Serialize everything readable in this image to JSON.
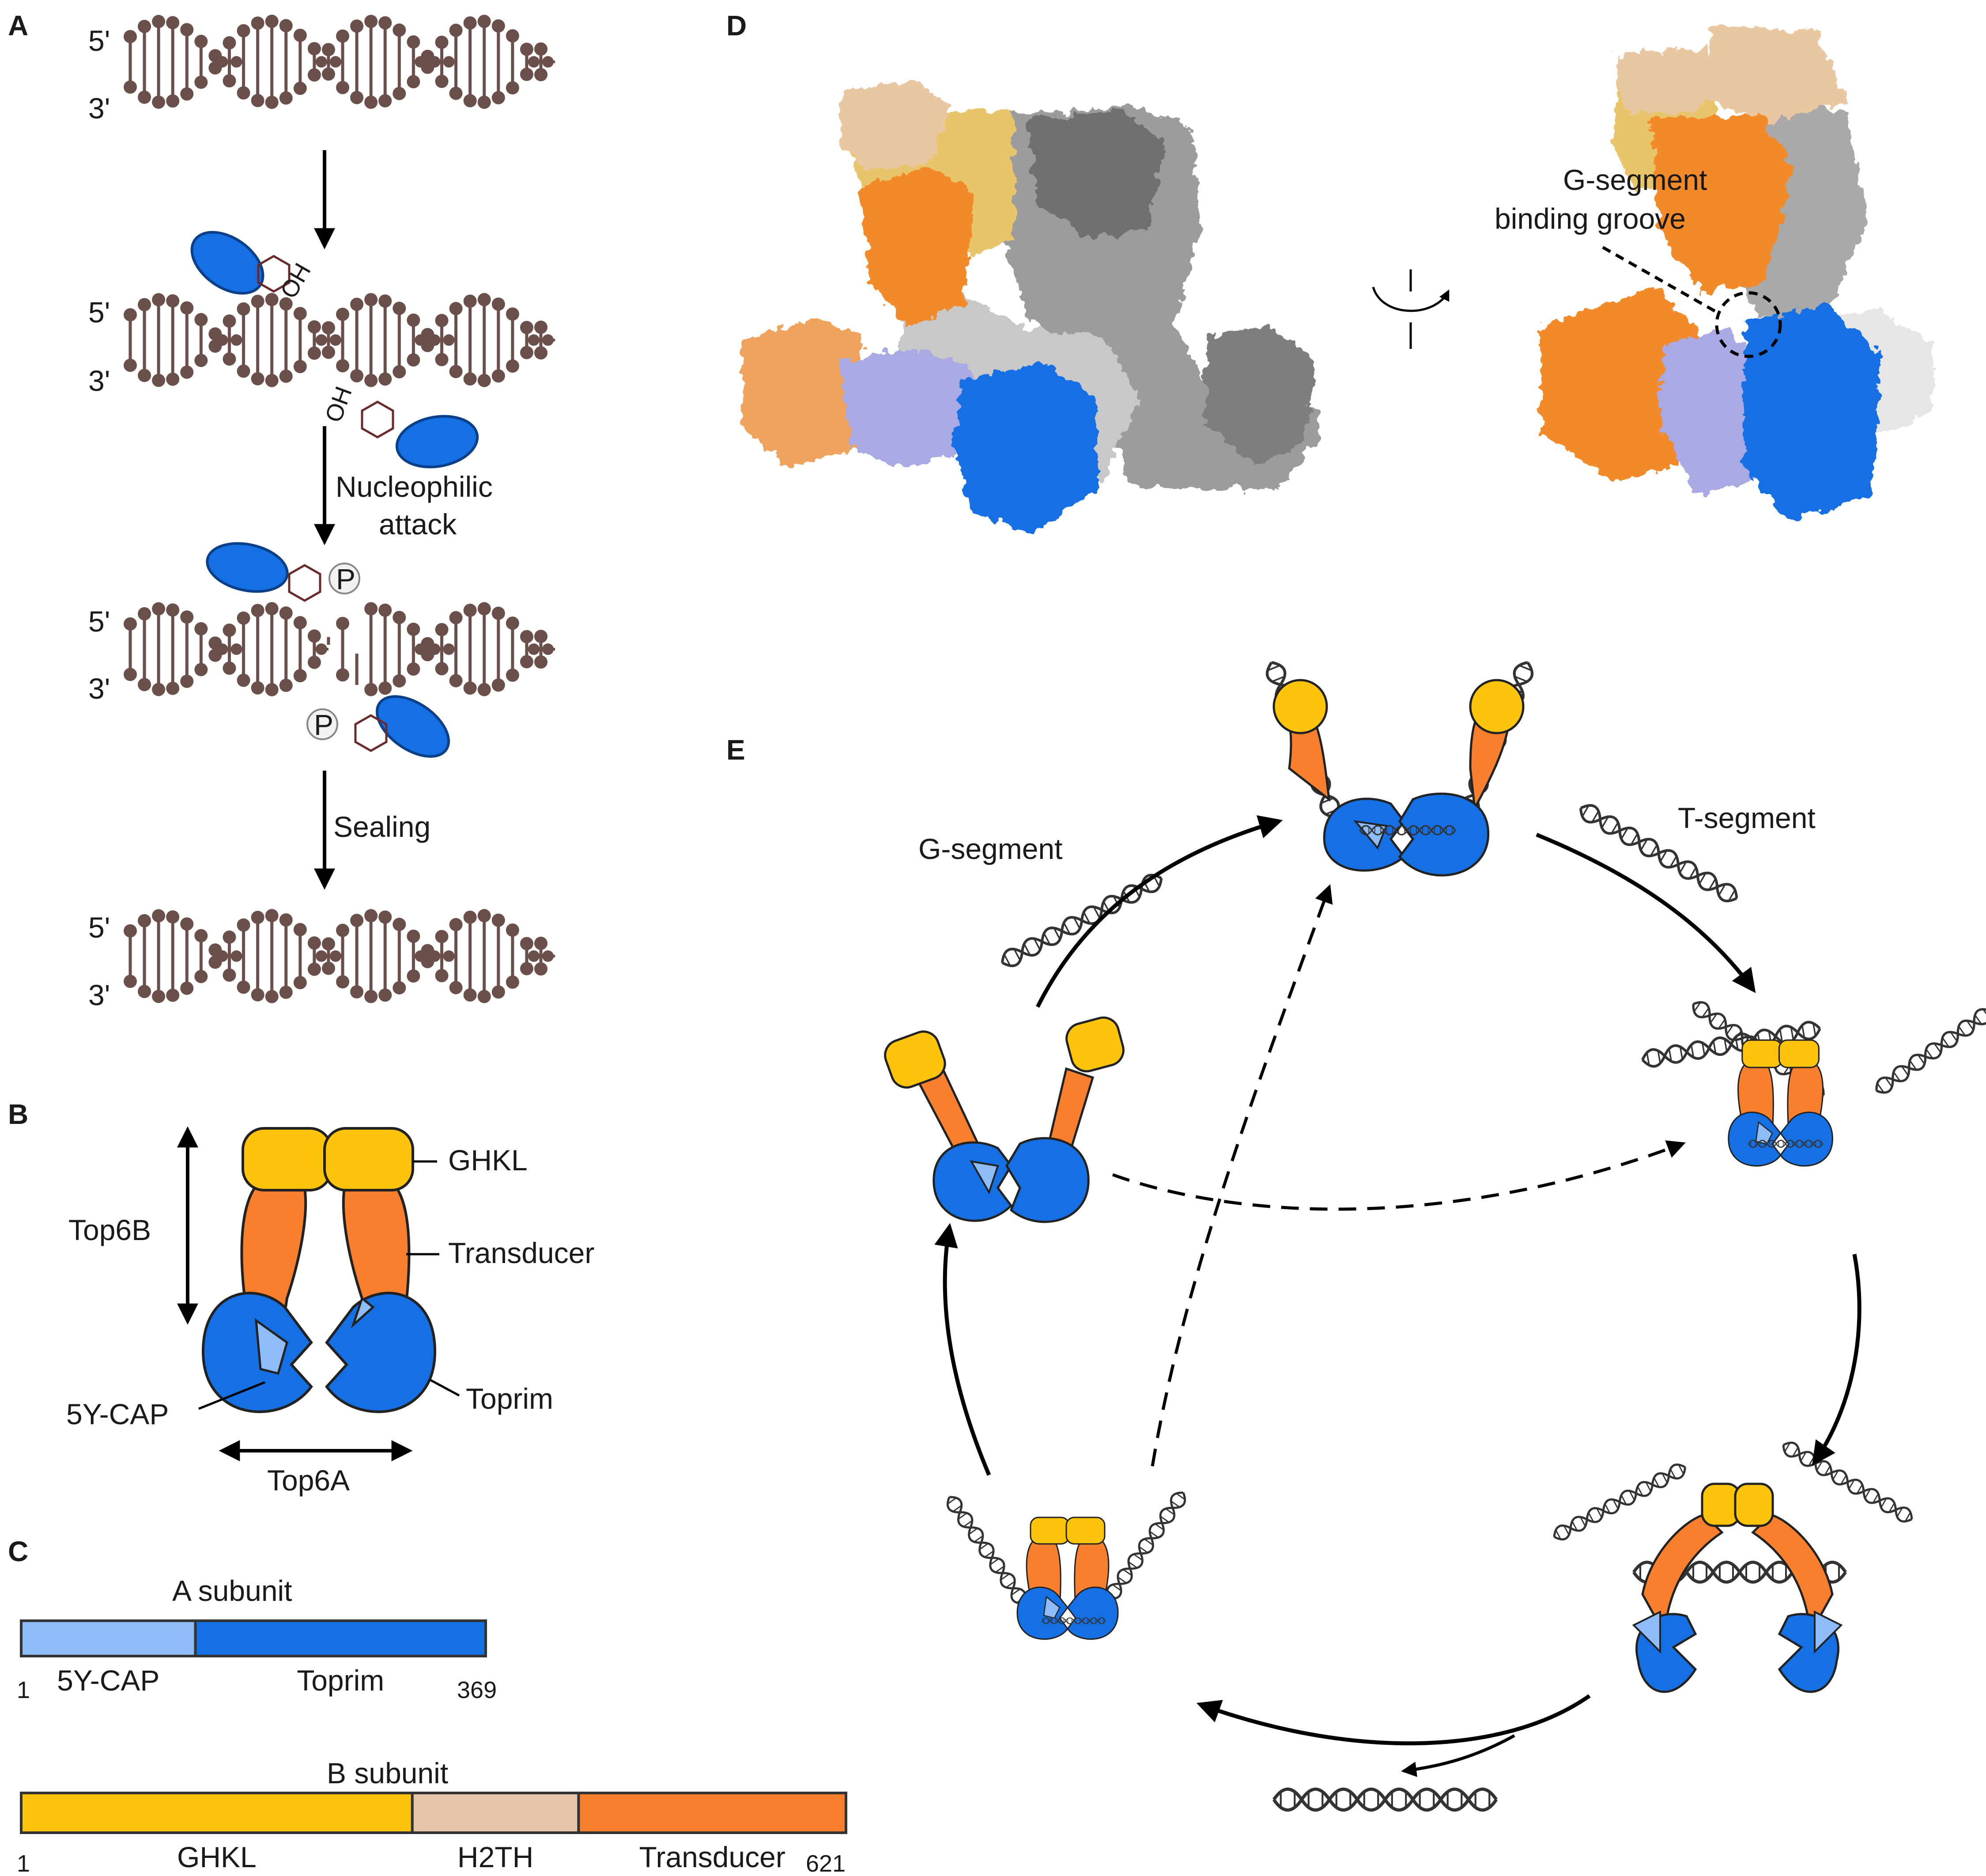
{
  "panels": {
    "a": {
      "label": "A",
      "strand_5": "5'",
      "strand_3": "3'",
      "step_nucleophilic_1": "Nucleophilic",
      "step_nucleophilic_2": "attack",
      "step_sealing": "Sealing",
      "phospho": "P",
      "hydroxyl": "OH"
    },
    "b": {
      "label": "B",
      "top6b": "Top6B",
      "top6a": "Top6A",
      "ghkl": "GHKL",
      "transducer": "Transducer",
      "fivey": "5Y-CAP",
      "toprim": "Toprim"
    },
    "c": {
      "label": "C",
      "a_title": "A  subunit",
      "a_domains": [
        {
          "name": "5Y-CAP",
          "start": 1,
          "end": 139,
          "color": "#8dbcf7"
        },
        {
          "name": "Toprim",
          "start": 139,
          "end": 369,
          "color": "#1570e3"
        }
      ],
      "a_start": "1",
      "a_end": "369",
      "b_title": "B subunit",
      "b_domains": [
        {
          "name": "GHKL",
          "start": 1,
          "end": 295,
          "color": "#fcc40a"
        },
        {
          "name": "H2TH",
          "start": 295,
          "end": 420,
          "color": "#e8c4a8"
        },
        {
          "name": "Transducer",
          "start": 420,
          "end": 621,
          "color": "#f77f2e"
        }
      ],
      "b_start": "1",
      "b_end": "621"
    },
    "d": {
      "label": "D",
      "groove_1": "G-segment",
      "groove_2": "binding groove"
    },
    "e": {
      "label": "E",
      "g_segment": "G-segment",
      "t_segment": "T-segment"
    }
  },
  "colors": {
    "ghkl": "#fcc40a",
    "transducer": "#f77f2e",
    "toprim": "#1570e3",
    "fivey": "#8dbcf7",
    "h2th": "#e8c4a8",
    "dna": "#6b4f4a",
    "lavender": "#a9a9e4",
    "grey": "#9a9a9a"
  }
}
